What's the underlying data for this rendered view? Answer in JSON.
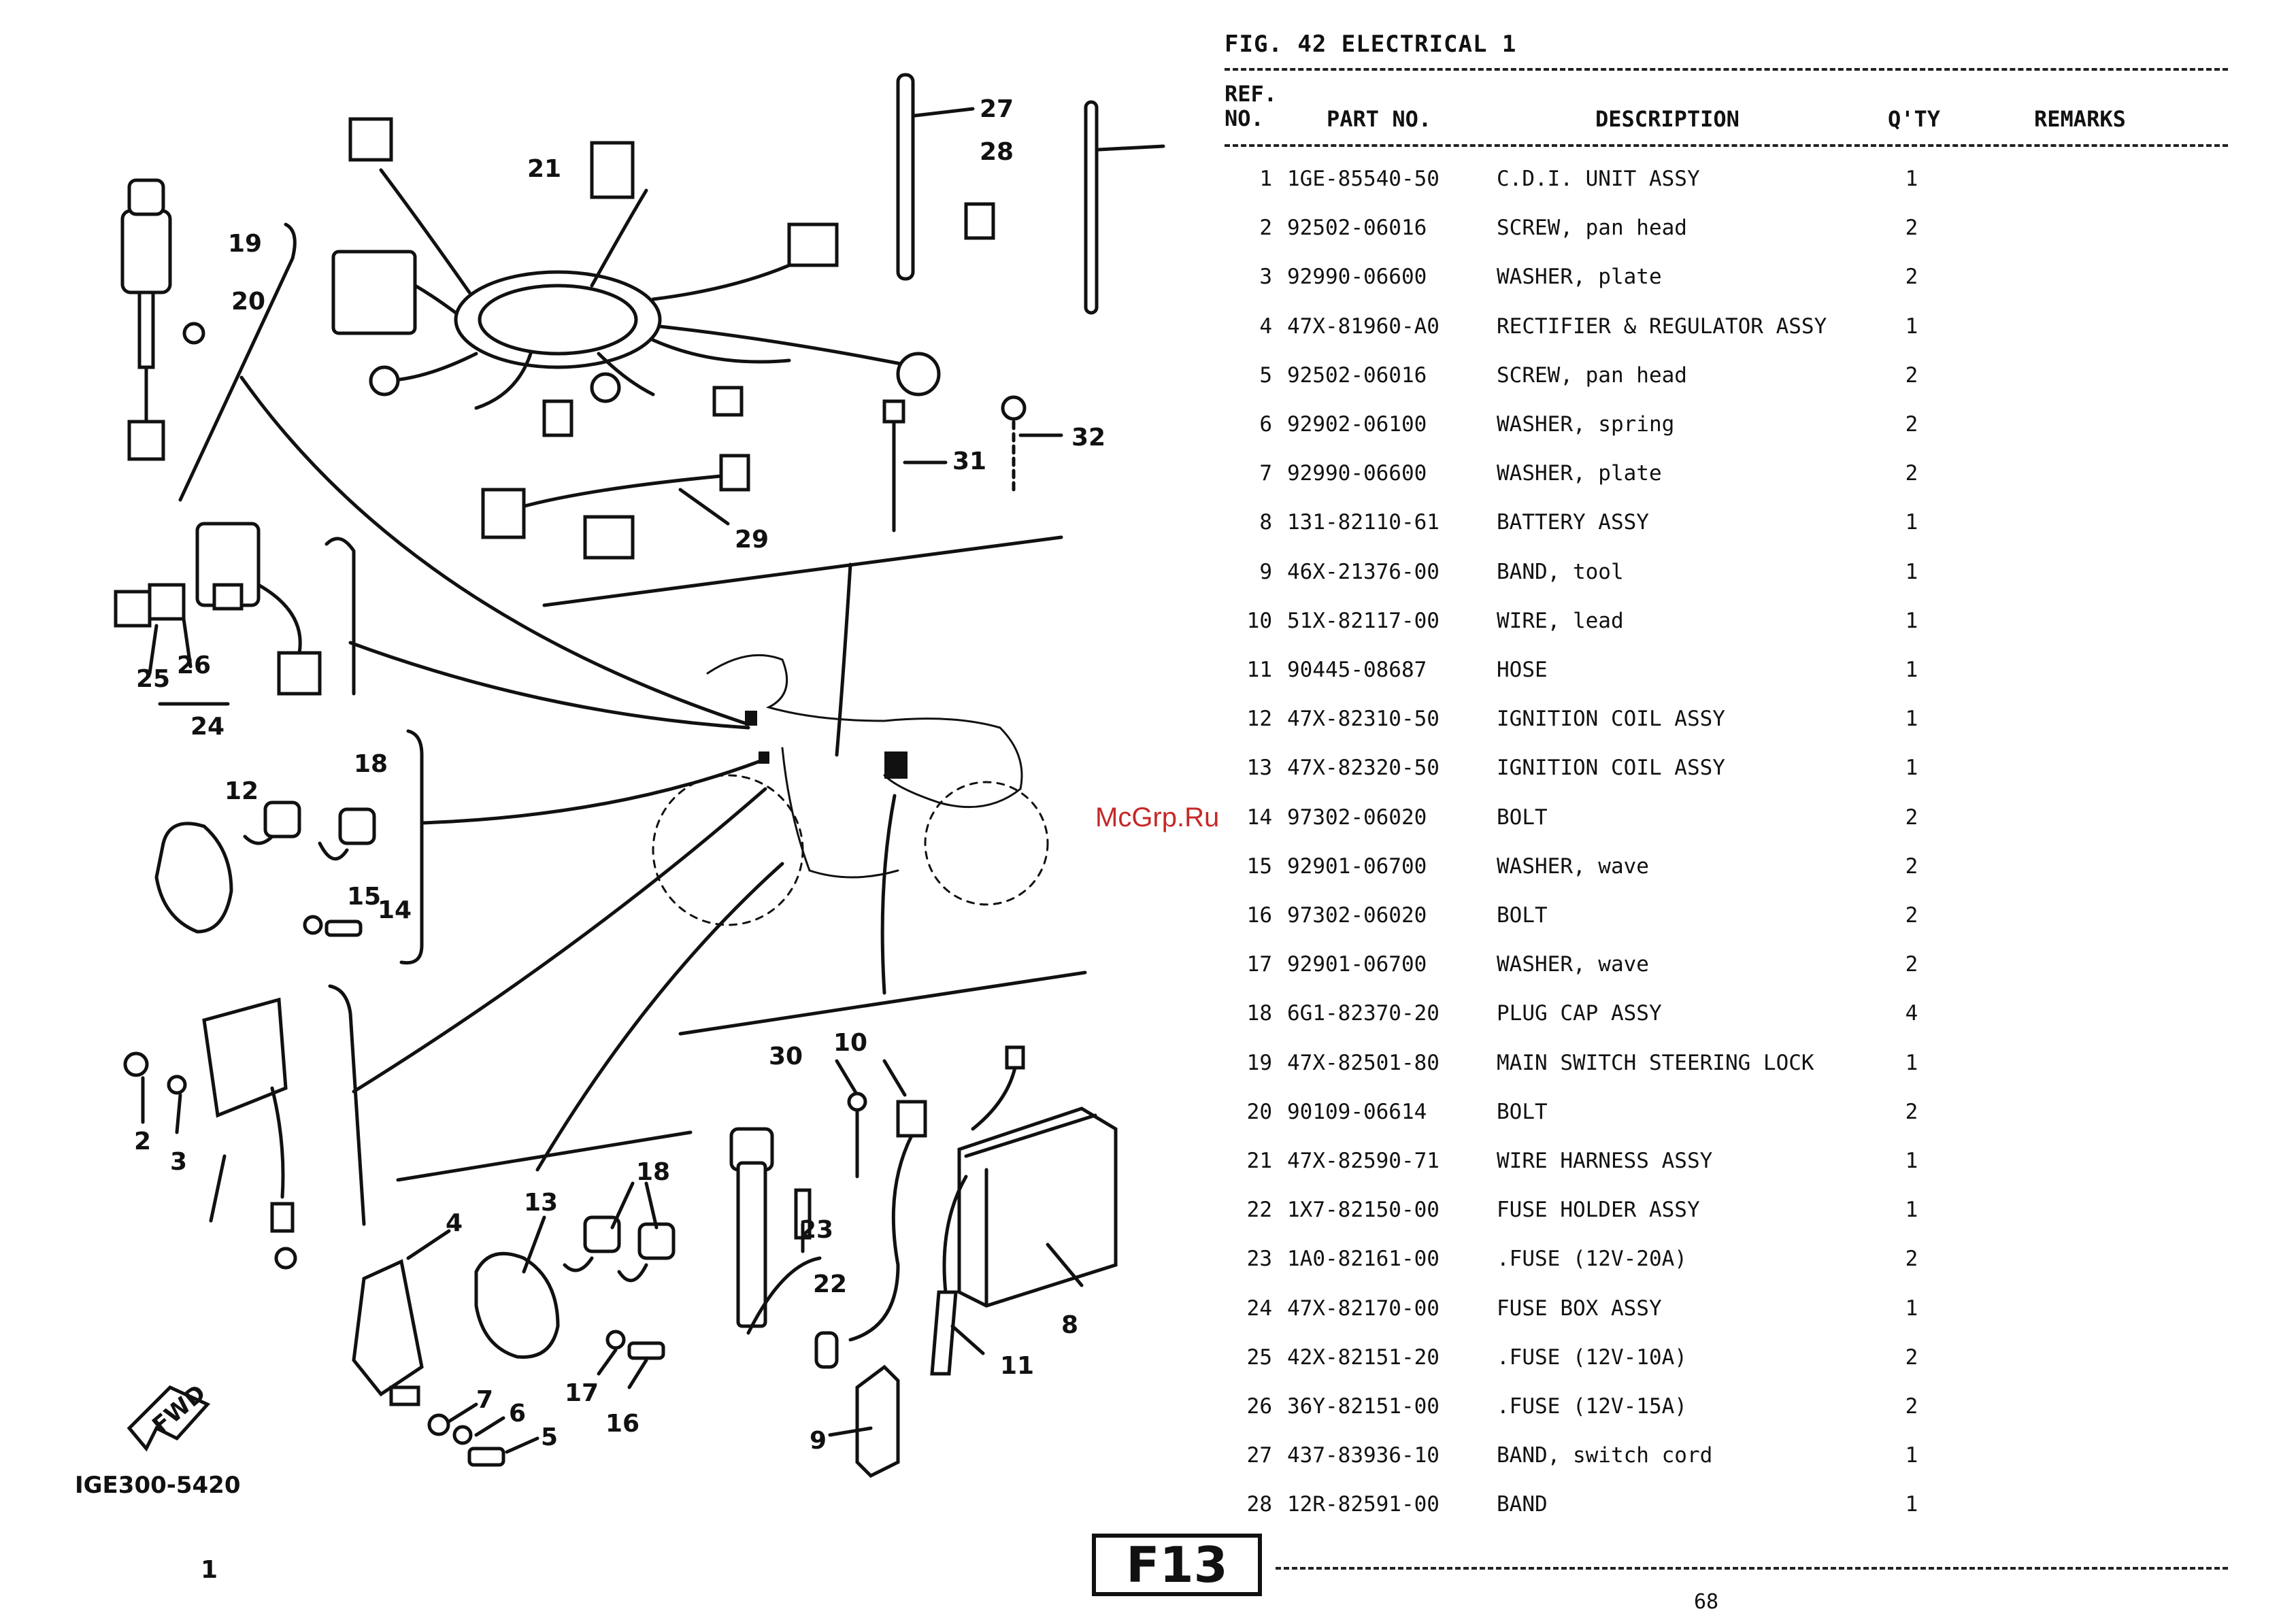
{
  "figure": {
    "title": "FIG. 42  ELECTRICAL 1",
    "diagram_code": "IGE300-5420",
    "fwd_label": "FWD",
    "callouts": [
      "1",
      "2",
      "3",
      "4",
      "5",
      "6",
      "7",
      "8",
      "9",
      "10",
      "11",
      "12",
      "13",
      "14",
      "15",
      "16",
      "17",
      "18",
      "18",
      "19",
      "20",
      "21",
      "22",
      "23",
      "24",
      "25",
      "26",
      "27",
      "28",
      "29",
      "30",
      "31",
      "32"
    ]
  },
  "table": {
    "headers": {
      "ref": "REF.\nNO.",
      "part_no": "PART NO.",
      "description": "DESCRIPTION",
      "qty": "Q'TY",
      "remarks": "REMARKS"
    },
    "rows": [
      {
        "ref": "1",
        "part": "1GE-85540-50",
        "desc": "C.D.I. UNIT ASSY",
        "qty": "1",
        "remarks": ""
      },
      {
        "ref": "2",
        "part": "92502-06016",
        "desc": "SCREW, pan head",
        "qty": "2",
        "remarks": ""
      },
      {
        "ref": "3",
        "part": "92990-06600",
        "desc": "WASHER, plate",
        "qty": "2",
        "remarks": ""
      },
      {
        "ref": "4",
        "part": "47X-81960-A0",
        "desc": "RECTIFIER & REGULATOR ASSY",
        "qty": "1",
        "remarks": ""
      },
      {
        "ref": "5",
        "part": "92502-06016",
        "desc": "SCREW, pan head",
        "qty": "2",
        "remarks": ""
      },
      {
        "ref": "6",
        "part": "92902-06100",
        "desc": "WASHER, spring",
        "qty": "2",
        "remarks": ""
      },
      {
        "ref": "7",
        "part": "92990-06600",
        "desc": "WASHER, plate",
        "qty": "2",
        "remarks": ""
      },
      {
        "ref": "8",
        "part": "131-82110-61",
        "desc": "BATTERY ASSY",
        "qty": "1",
        "remarks": ""
      },
      {
        "ref": "9",
        "part": "46X-21376-00",
        "desc": "BAND, tool",
        "qty": "1",
        "remarks": ""
      },
      {
        "ref": "10",
        "part": "51X-82117-00",
        "desc": "WIRE, lead",
        "qty": "1",
        "remarks": ""
      },
      {
        "ref": "11",
        "part": "90445-08687",
        "desc": "HOSE",
        "qty": "1",
        "remarks": ""
      },
      {
        "ref": "12",
        "part": "47X-82310-50",
        "desc": "IGNITION COIL ASSY",
        "qty": "1",
        "remarks": ""
      },
      {
        "ref": "13",
        "part": "47X-82320-50",
        "desc": "IGNITION COIL ASSY",
        "qty": "1",
        "remarks": ""
      },
      {
        "ref": "14",
        "part": "97302-06020",
        "desc": "BOLT",
        "qty": "2",
        "remarks": ""
      },
      {
        "ref": "15",
        "part": "92901-06700",
        "desc": "WASHER, wave",
        "qty": "2",
        "remarks": ""
      },
      {
        "ref": "16",
        "part": "97302-06020",
        "desc": "BOLT",
        "qty": "2",
        "remarks": ""
      },
      {
        "ref": "17",
        "part": "92901-06700",
        "desc": "WASHER, wave",
        "qty": "2",
        "remarks": ""
      },
      {
        "ref": "18",
        "part": "6G1-82370-20",
        "desc": "PLUG CAP ASSY",
        "qty": "4",
        "remarks": ""
      },
      {
        "ref": "19",
        "part": "47X-82501-80",
        "desc": "MAIN SWITCH STEERING LOCK",
        "qty": "1",
        "remarks": ""
      },
      {
        "ref": "20",
        "part": "90109-06614",
        "desc": "BOLT",
        "qty": "2",
        "remarks": ""
      },
      {
        "ref": "21",
        "part": "47X-82590-71",
        "desc": "WIRE HARNESS ASSY",
        "qty": "1",
        "remarks": ""
      },
      {
        "ref": "22",
        "part": "1X7-82150-00",
        "desc": "FUSE HOLDER ASSY",
        "qty": "1",
        "remarks": ""
      },
      {
        "ref": "23",
        "part": "1A0-82161-00",
        "desc": ".FUSE (12V-20A)",
        "qty": "2",
        "remarks": ""
      },
      {
        "ref": "24",
        "part": "47X-82170-00",
        "desc": "FUSE BOX ASSY",
        "qty": "1",
        "remarks": ""
      },
      {
        "ref": "25",
        "part": "42X-82151-20",
        "desc": ".FUSE (12V-10A)",
        "qty": "2",
        "remarks": ""
      },
      {
        "ref": "26",
        "part": "36Y-82151-00",
        "desc": ".FUSE (12V-15A)",
        "qty": "2",
        "remarks": ""
      },
      {
        "ref": "27",
        "part": "437-83936-10",
        "desc": "BAND, switch cord",
        "qty": "1",
        "remarks": ""
      },
      {
        "ref": "28",
        "part": "12R-82591-00",
        "desc": "BAND",
        "qty": "1",
        "remarks": ""
      }
    ]
  },
  "footer": {
    "section": "F13",
    "page_number": "68"
  },
  "watermark": "McGrp.Ru"
}
